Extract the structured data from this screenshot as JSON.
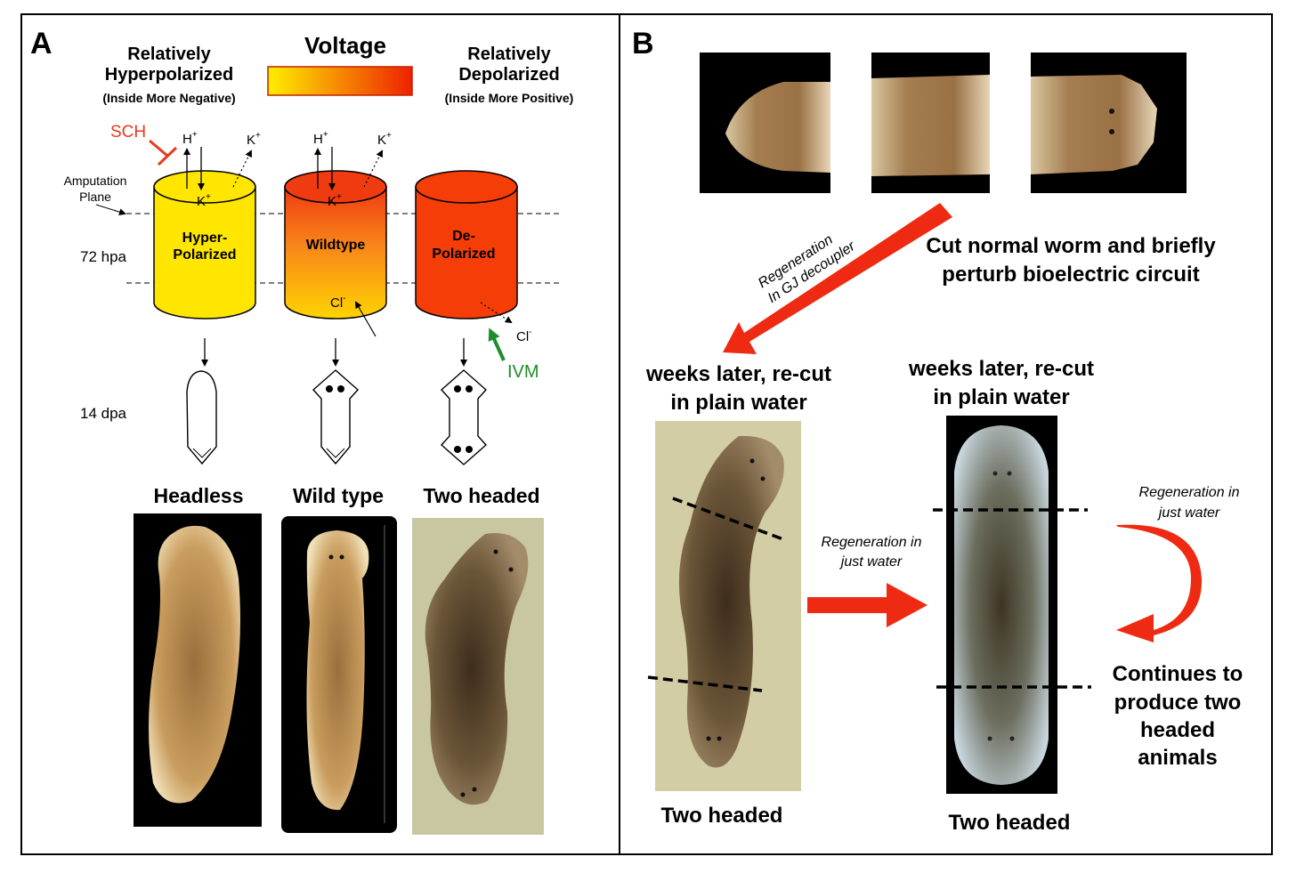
{
  "panel_a": {
    "letter": "A",
    "voltage": {
      "title": "Voltage",
      "left_line1": "Relatively",
      "left_line2": "Hyperpolarized",
      "left_note": "(Inside More Negative)",
      "right_line1": "Relatively",
      "right_line2": "Depolarized",
      "right_note": "(Inside More Positive)",
      "gradient_from": "#ffee00",
      "gradient_to": "#ee2200"
    },
    "drugs": {
      "sch": "SCH",
      "ivm": "IVM",
      "sch_color": "#e83a1c",
      "ivm_color": "#1e8c2a"
    },
    "amputation_line1": "Amputation",
    "amputation_line2": "Plane",
    "time_72": "72 hpa",
    "time_14": "14 dpa",
    "ions": {
      "h": "H",
      "k": "K",
      "cl": "Cl",
      "plus": "+",
      "minus": "-"
    },
    "cylinders": [
      {
        "line1": "Hyper-",
        "line2": "Polarized",
        "top_color": "#ffe600",
        "bottom_color": "#ffe600"
      },
      {
        "line1": "Wildtype",
        "line2": "",
        "top_color": "#f03a10",
        "bottom_color": "#ffd400"
      },
      {
        "line1": "De-",
        "line2": "Polarized",
        "top_color": "#f53d08",
        "bottom_color": "#f53d08"
      }
    ],
    "outcome_labels": [
      "Headless",
      "Wild type",
      "Two headed"
    ]
  },
  "panel_b": {
    "letter": "B",
    "cut_caption_line1": "Cut normal worm and briefly",
    "cut_caption_line2": "perturb bioelectric circuit",
    "arrow_label_line1": "Regeneration",
    "arrow_label_line2": "In GJ decoupler",
    "recut_left_line1": "weeks later, re-cut",
    "recut_left_line2": "in plain water",
    "recut_right_line1": "weeks later, re-cut",
    "recut_right_line2": "in plain water",
    "regen_water_line1": "Regeneration in",
    "regen_water_line2": "just water",
    "regen_water2_line1": "Regeneration in",
    "regen_water2_line2": "just water",
    "continues_line1": "Continues to",
    "continues_line2": "produce two",
    "continues_line3": "headed",
    "continues_line4": "animals",
    "bottom_left": "Two headed",
    "bottom_right": "Two headed"
  }
}
